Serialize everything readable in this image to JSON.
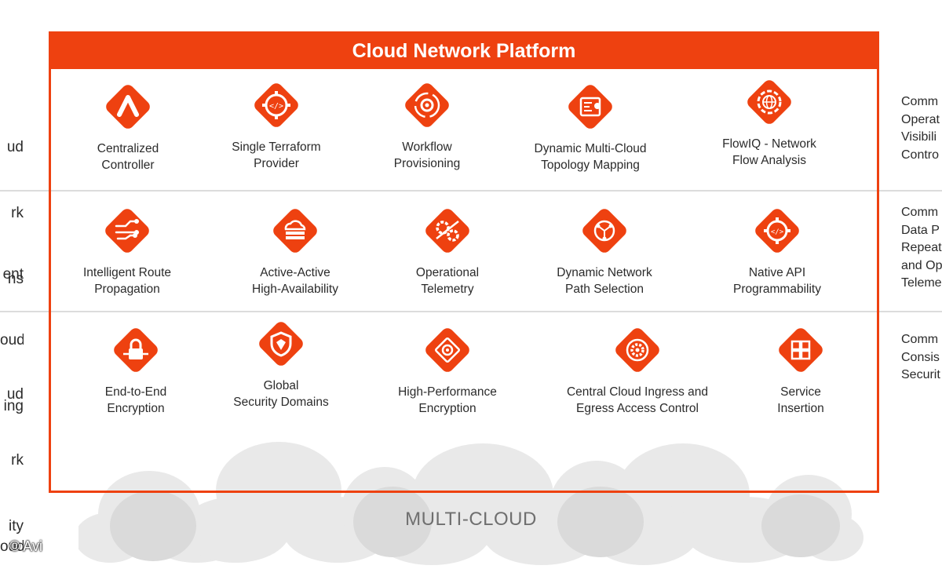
{
  "platform": {
    "title": "Cloud Network Platform",
    "accent_color": "#ee4110"
  },
  "left_labels": [
    {
      "lines": [
        "ud",
        "rk",
        "ns"
      ]
    },
    {
      "lines": [
        "ent",
        "oud",
        "ing"
      ]
    },
    {
      "lines": [
        "ud",
        "rk",
        "ity"
      ]
    },
    {
      "lines": [
        "oud"
      ]
    }
  ],
  "right_labels": [
    {
      "lines": [
        "Comm",
        "Operat",
        "Visibili",
        "Contro"
      ]
    },
    {
      "lines": [
        "Comm",
        "Data P",
        "Repeat",
        "and Op",
        "Teleme"
      ]
    },
    {
      "lines": [
        "Comm",
        "Consis",
        "Securit"
      ]
    }
  ],
  "rows": [
    {
      "features": [
        {
          "icon": "controller-icon",
          "lines": [
            "Centralized",
            "Controller"
          ]
        },
        {
          "icon": "code-gear-icon",
          "lines": [
            "Single Terraform",
            "Provider"
          ]
        },
        {
          "icon": "workflow-gear-icon",
          "lines": [
            "Workflow",
            "Provisioning"
          ]
        },
        {
          "icon": "topology-map-icon",
          "lines": [
            "Dynamic Multi-Cloud",
            "Topology Mapping"
          ]
        },
        {
          "icon": "globe-gear-icon",
          "lines": [
            "FlowIQ - Network",
            "Flow Analysis"
          ]
        }
      ]
    },
    {
      "features": [
        {
          "icon": "circuit-route-icon",
          "lines": [
            "Intelligent Route",
            "Propagation"
          ]
        },
        {
          "icon": "cloud-sync-icon",
          "lines": [
            "Active-Active",
            "High-Availability"
          ]
        },
        {
          "icon": "telemetry-gears-icon",
          "lines": [
            "Operational",
            "Telemetry"
          ]
        },
        {
          "icon": "network-path-icon",
          "lines": [
            "Dynamic Network",
            "Path Selection"
          ]
        },
        {
          "icon": "api-gear-icon",
          "lines": [
            "Native API",
            "Programmability"
          ]
        }
      ]
    },
    {
      "features": [
        {
          "icon": "lock-encryption-icon",
          "lines": [
            "End-to-End",
            "Encryption"
          ]
        },
        {
          "icon": "shield-icon",
          "lines": [
            "Global",
            "Security Domains"
          ]
        },
        {
          "icon": "chip-encryption-icon",
          "lines": [
            "High-Performance",
            "Encryption"
          ]
        },
        {
          "icon": "access-gear-icon",
          "lines": [
            "Central Cloud Ingress and",
            "Egress Access Control"
          ]
        },
        {
          "icon": "puzzle-icon",
          "lines": [
            "Service",
            "Insertion"
          ]
        }
      ]
    }
  ],
  "multicloud_label": "MULTI-CLOUD",
  "copyright": "© Avi"
}
